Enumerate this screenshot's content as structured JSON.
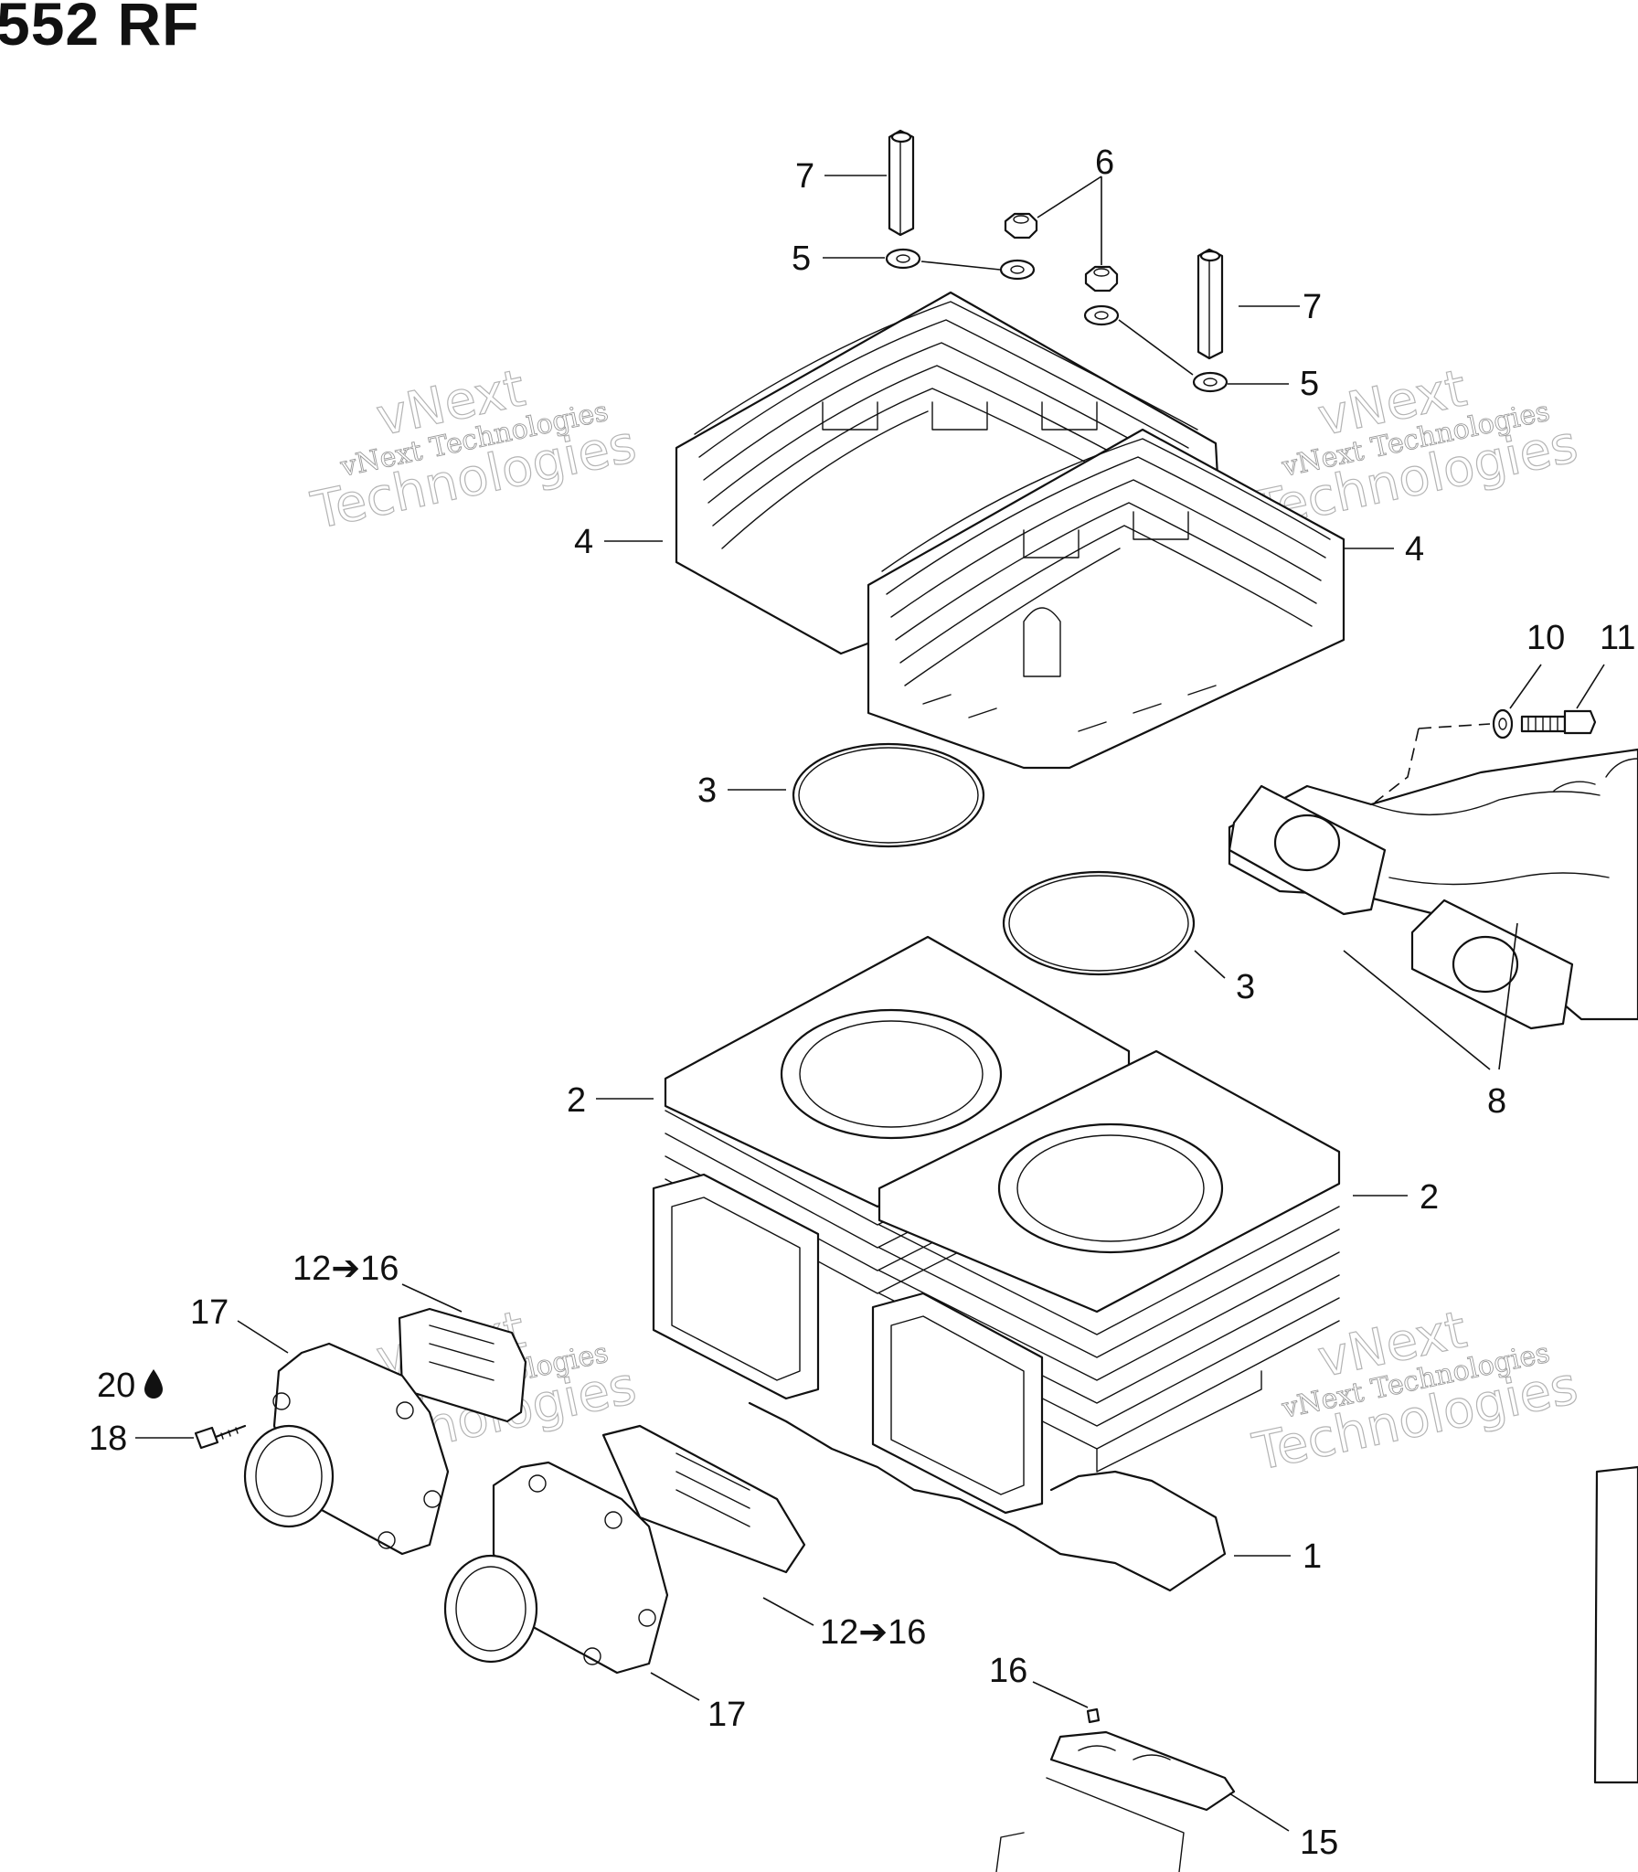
{
  "page": {
    "title": "552 RF"
  },
  "callouts": {
    "c7a": "7",
    "c6": "6",
    "c5a": "5",
    "c7b": "7",
    "c5b": "5",
    "c4a": "4",
    "c4b": "4",
    "c10": "10",
    "c11": "11",
    "c3a": "3",
    "c3b": "3",
    "c8": "8",
    "c2a": "2",
    "c2b": "2",
    "c12a": "12➔16",
    "c17a": "17",
    "c20": "20",
    "c18": "18",
    "c1": "1",
    "c12b": "12➔16",
    "c17b": "17",
    "c16": "16",
    "c15": "15"
  },
  "watermarks": {
    "wm1_small": "vNext Technologies",
    "wm1_big_a": "vNext",
    "wm1_big_b": "Technologies",
    "wm2_small": "vNext Technologies",
    "wm2_big_a": "vNext",
    "wm2_big_b": "Technologies",
    "wm3_small": "vNext Technologies",
    "wm3_big_a": "vNext",
    "wm3_big_b": "Technologies",
    "wm4_small": "vNext Technologies",
    "wm4_big_a": "vNext",
    "wm4_big_b": "Technologies"
  },
  "icons": {
    "oil_drop": "oil-drop-icon"
  }
}
